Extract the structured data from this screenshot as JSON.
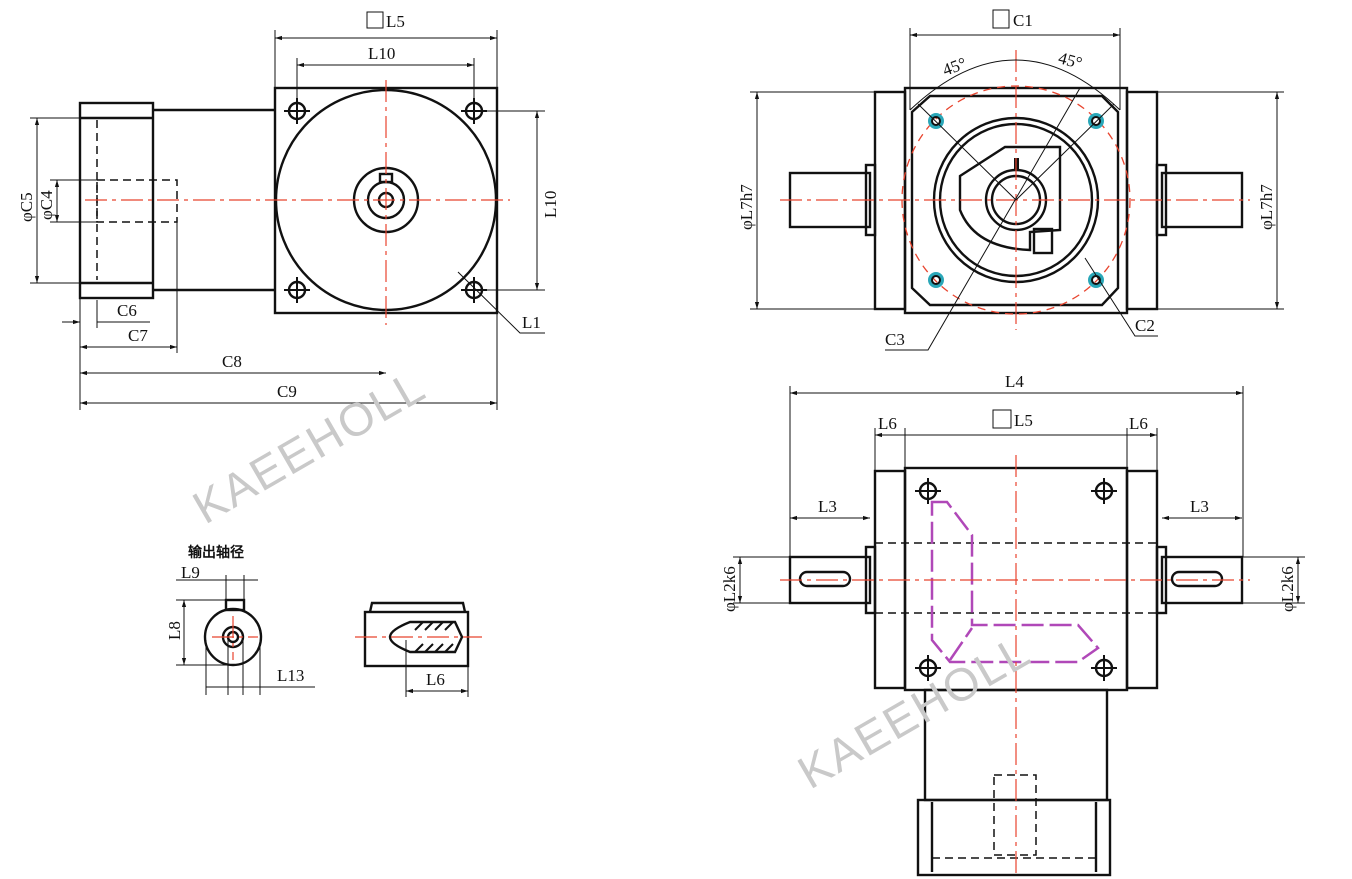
{
  "watermark": "KAEEHOLL",
  "title_cn": "输出轴径",
  "labels": {
    "L5": "L5",
    "L10": "L10",
    "C5": "φC5",
    "C4": "φC4",
    "C6": "C6",
    "C7": "C7",
    "C8": "C8",
    "C9": "C9",
    "L1": "L1",
    "C1": "C1",
    "deg": "45°",
    "L7": "φL7h7",
    "C3": "C3",
    "C2": "C2",
    "L4": "L4",
    "L6": "L6",
    "L3": "L3",
    "L2": "φL2k6",
    "L9": "L9",
    "L8": "L8",
    "L13": "L13"
  },
  "colors": {
    "centerline": "#e8442e",
    "gear": "#b048b8",
    "bolt_highlight": "#2aa7b8"
  }
}
